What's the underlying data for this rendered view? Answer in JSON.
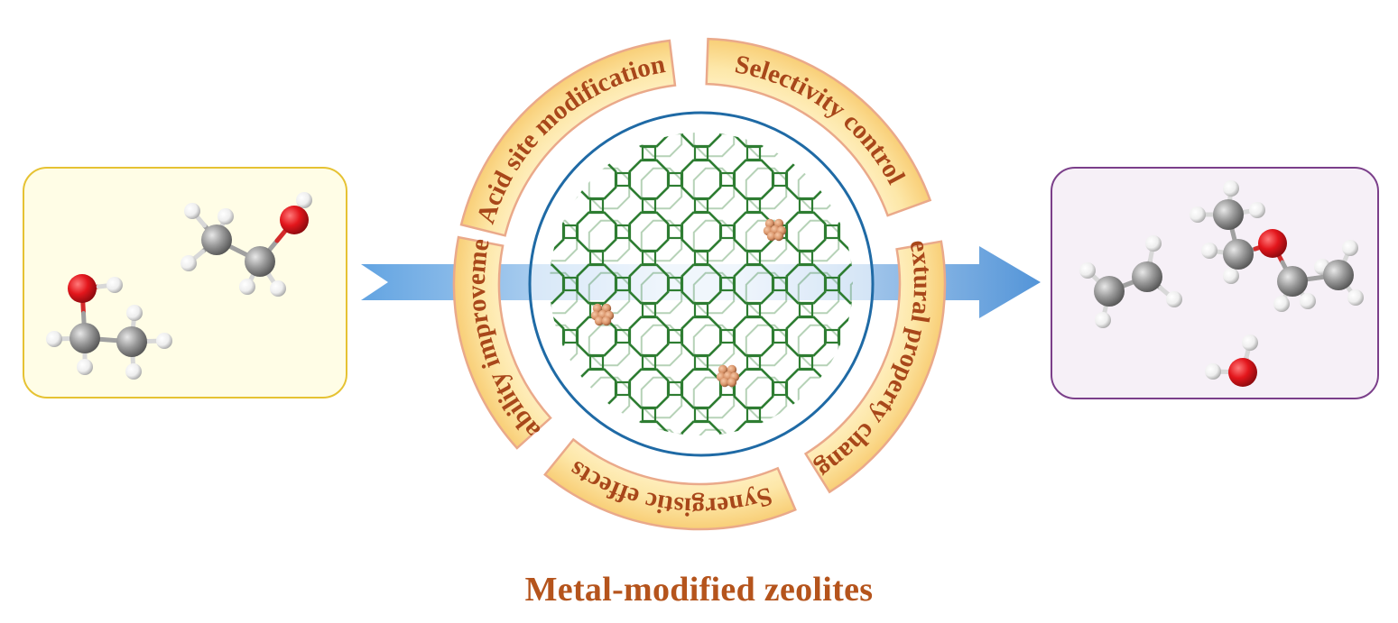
{
  "caption": "Metal-modified zeolites",
  "segments": [
    {
      "label": "Acid site modification"
    },
    {
      "label": "Selectivity control"
    },
    {
      "label": "Textural property changes"
    },
    {
      "label": "Synergistic effects"
    },
    {
      "label": "Stability improvement"
    }
  ],
  "reactants": [
    {
      "name": "ethanol"
    },
    {
      "name": "ethanol"
    }
  ],
  "products": [
    {
      "name": "ethylene"
    },
    {
      "name": "diethyl ether"
    },
    {
      "name": "water"
    }
  ],
  "colors": {
    "caption": "#b5541c",
    "segment_text": "#a8471a",
    "reactant_panel_border": "#e6c233",
    "reactant_panel_fill": "#fffde6",
    "product_panel_border": "#7b3f8a",
    "product_panel_fill": "#f6f0f7",
    "zeolite_ring": "#1f6aa5",
    "zeolite_framework": "#2e7d32",
    "arrow": "#4a8fd6",
    "oxygen": "#e3161c",
    "carbon": "#8f8f8f",
    "hydrogen": "#f2f2f2",
    "metal_cluster": "#d9946a"
  }
}
